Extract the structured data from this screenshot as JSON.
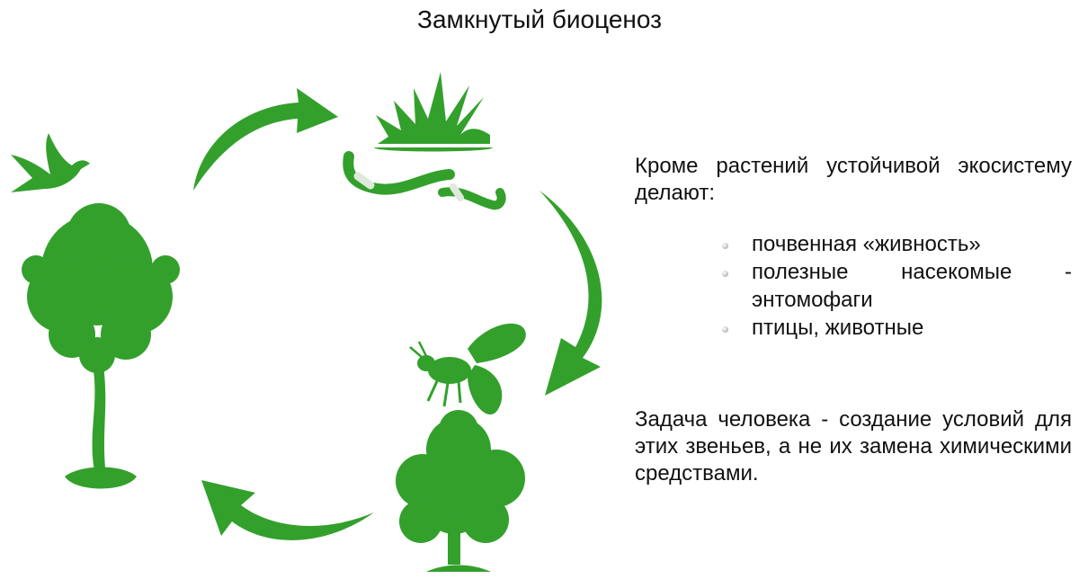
{
  "title": "Замкнутый биоценоз",
  "accent_color": "#33A02C",
  "intro": "Кроме растений устойчивой экосистему делают:",
  "bullets": [
    {
      "text": "почвенная «живность»"
    },
    {
      "text": "полезные насекомые - энтомофаги"
    },
    {
      "text": "птицы, животные"
    }
  ],
  "task": "Задача человека - создание условий для этих звеньев, а не их замена химическими средствами.",
  "cycle_icons": [
    "grass-icon",
    "worm-icon",
    "bee-icon",
    "bush-icon",
    "tree-icon",
    "bird-icon"
  ]
}
